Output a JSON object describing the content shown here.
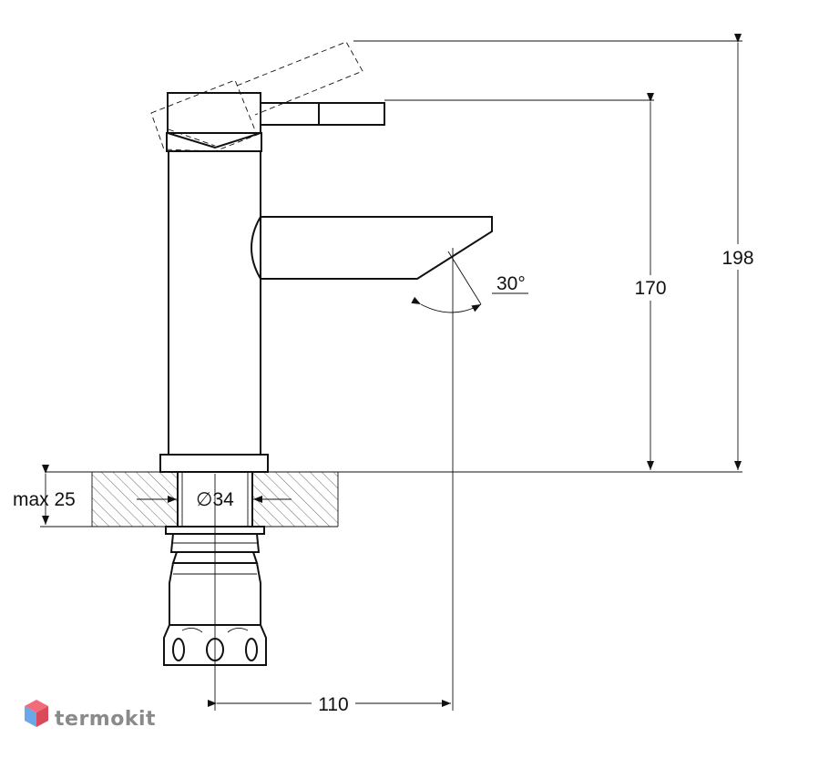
{
  "dimensions": {
    "max_thickness": "max 25",
    "diameter": "∅34",
    "lever_height": "170",
    "total_height": "198",
    "reach": "110",
    "angle": "30°"
  },
  "logo": {
    "text": "termokit",
    "colors": {
      "top": "#f26b7a",
      "left": "#6aa8e8",
      "right": "#d94a5a"
    }
  }
}
